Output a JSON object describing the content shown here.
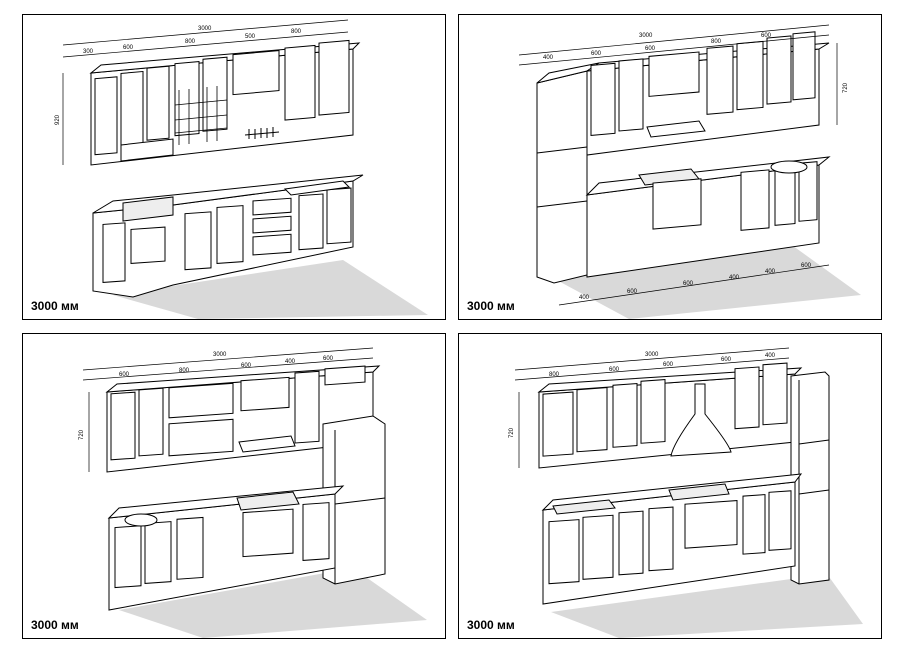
{
  "panels": [
    {
      "caption": "3000 мм",
      "total": "3000",
      "top_dims": [
        "300",
        "600",
        "800",
        "500",
        "800"
      ],
      "height": "920"
    },
    {
      "caption": "3000 мм",
      "total": "3000",
      "top_dims": [
        "400",
        "600",
        "600",
        "800",
        "600"
      ],
      "height": "720",
      "bottom_dims": [
        "400",
        "600",
        "600",
        "400",
        "400",
        "600"
      ]
    },
    {
      "caption": "3000 мм",
      "total": "3000",
      "top_dims": [
        "600",
        "800",
        "600",
        "400",
        "600"
      ],
      "height": "720"
    },
    {
      "caption": "3000 мм",
      "total": "3000",
      "top_dims": [
        "800",
        "600",
        "600",
        "600",
        "400"
      ],
      "height": "720"
    }
  ]
}
